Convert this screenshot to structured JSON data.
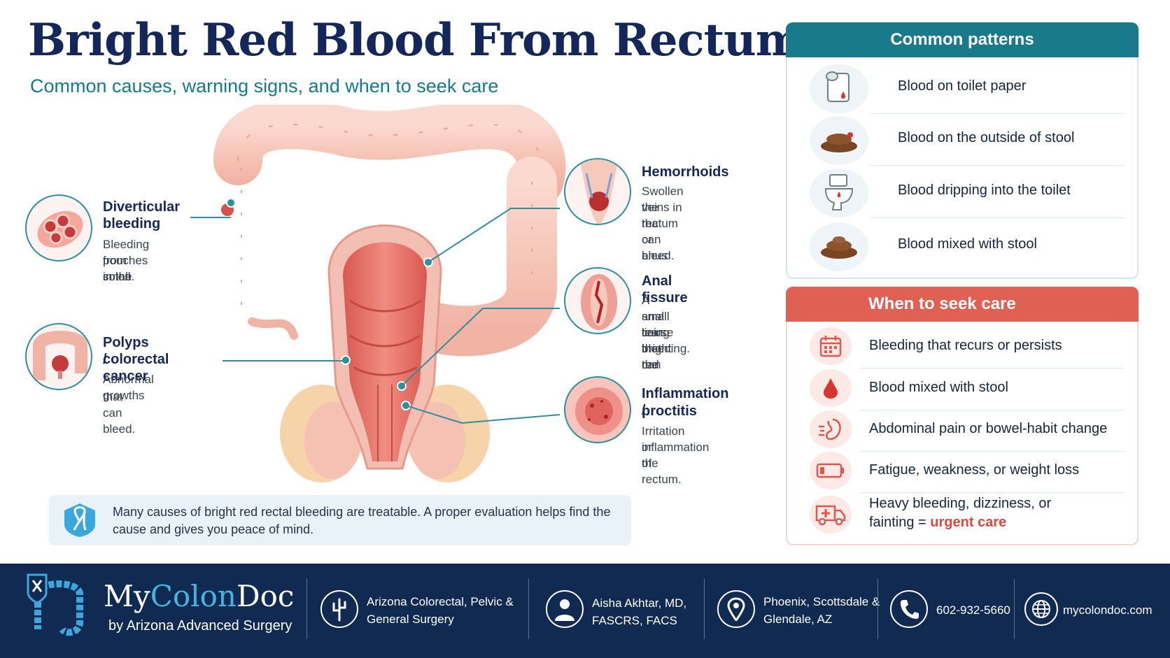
{
  "header": {
    "title": "Bright Red Blood From Rectum",
    "subtitle": "Common causes, warning signs, and when to seek care"
  },
  "causes": [
    {
      "name": "diverticular-bleeding",
      "title_line1": "Diverticular",
      "title_line2": "bleeding",
      "desc": [
        "Bleeding from small",
        "pouches in the",
        "colon."
      ]
    },
    {
      "name": "polyps-cancer",
      "title_line1": "Polyps /",
      "title_line2": "colorectal cancer",
      "desc": [
        "Abnormal growths",
        "that can bleed."
      ]
    },
    {
      "name": "hemorrhoids",
      "title_line1": "Hemorrhoids",
      "title_line2": "",
      "desc": [
        "Swollen veins in",
        "the rectum or anus",
        "that can bleed."
      ]
    },
    {
      "name": "anal-fissure",
      "title_line1": "Anal fissure",
      "title_line2": "",
      "desc": [
        "A small tear in the",
        "anal lining that can",
        "cause bright red",
        "bleeding."
      ]
    },
    {
      "name": "inflammation",
      "title_line1": "Inflammation /",
      "title_line2": "proctitis",
      "desc": [
        "Irritation or",
        "inflammation of",
        "the rectum."
      ]
    }
  ],
  "info_note": "Many causes of bright red rectal bleeding are treatable. A proper evaluation helps find the cause and gives you peace of mind.",
  "patterns": {
    "heading": "Common patterns",
    "items": [
      {
        "label": "Blood on toilet paper",
        "icon": "toilet-paper-icon"
      },
      {
        "label": "Blood on the outside of stool",
        "icon": "stool-blood-icon"
      },
      {
        "label": "Blood dripping into the toilet",
        "icon": "toilet-icon"
      },
      {
        "label": "Blood mixed with stool",
        "icon": "stool-icon"
      }
    ]
  },
  "care": {
    "heading": "When to seek care",
    "items": [
      {
        "label": "Bleeding that recurs or persists",
        "icon": "calendar-icon"
      },
      {
        "label": "Blood mixed with stool",
        "icon": "blood-drop-icon"
      },
      {
        "label": "Abdominal pain or bowel-habit change",
        "icon": "abdomen-icon"
      },
      {
        "label": "Fatigue, weakness, or weight loss",
        "icon": "low-battery-icon"
      }
    ],
    "last_line1": "Heavy bleeding, dizziness, or",
    "last_line2_prefix": "fainting = ",
    "last_line2_urgent": "urgent care",
    "last_icon": "ambulance-icon"
  },
  "footer": {
    "brand_part1": "My",
    "brand_part2": "Colon",
    "brand_part3": "Doc",
    "brand_sub": "by Arizona Advanced Surgery",
    "practice_line1": "Arizona Colorectal, Pelvic &",
    "practice_line2": "General Surgery",
    "doctor_line1": "Aisha Akhtar, MD,",
    "doctor_line2": "FASCRS, FACS",
    "location_line1": "Phoenix, Scottsdale &",
    "location_line2": "Glendale, AZ",
    "phone": "602-932-5660",
    "website": "mycolondoc.com"
  },
  "colors": {
    "navy": "#14275a",
    "teal": "#187a8a",
    "coral": "#e06054",
    "urgent": "#e0483c",
    "footer": "#102a52",
    "brand_blue": "#43b5e0"
  }
}
